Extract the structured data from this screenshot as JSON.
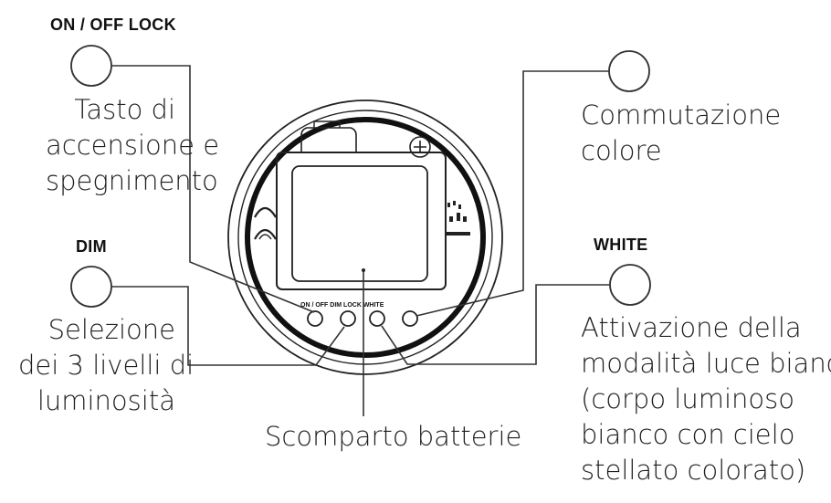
{
  "buttons": {
    "on_off_lock": {
      "header": "ON / OFF LOCK",
      "lines": [
        "Tasto di",
        "accensione e",
        "spegnimento"
      ]
    },
    "dim": {
      "header": "DIM",
      "lines": [
        "Selezione",
        "dei 3 livelli di",
        "luminosità"
      ]
    },
    "color": {
      "lines": [
        "Commutazione",
        "colore"
      ]
    },
    "white": {
      "header": "WHITE",
      "lines": [
        "Attivazione della",
        "modalità luce bianca",
        "(corpo luminoso",
        "bianco con cielo",
        "stellato colorato)"
      ]
    }
  },
  "battery": {
    "label": "Scomparto batterie"
  },
  "device": {
    "button_strip_label": "ON / OFF DIM LOCK WHITE"
  }
}
